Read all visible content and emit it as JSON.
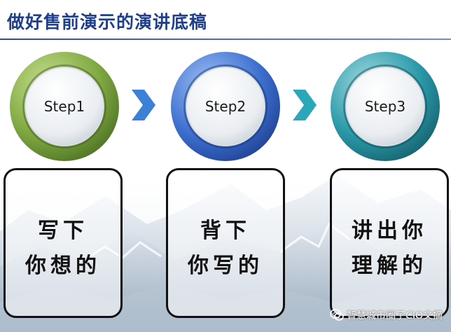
{
  "slide": {
    "title": "做好售前演示的演讲底稿"
  },
  "steps": [
    {
      "label": "Step1",
      "ring_color": "#6f9a3c",
      "lines": [
        "写下",
        "你想的"
      ]
    },
    {
      "label": "Step2",
      "ring_color": "#2d5fc4",
      "lines": [
        "背下",
        "你写的"
      ]
    },
    {
      "label": "Step3",
      "ring_color": "#1f8a9a",
      "lines": [
        "讲出你",
        "理解的"
      ]
    }
  ],
  "chevron_colors": [
    "#3b82d6",
    "#2aa7b8"
  ],
  "watermark": {
    "icon": "wechat-icon",
    "text": "智慧城市圈子CIO文摘"
  },
  "colors": {
    "title": "#1f3f8a",
    "rule": "#2c4f93"
  }
}
